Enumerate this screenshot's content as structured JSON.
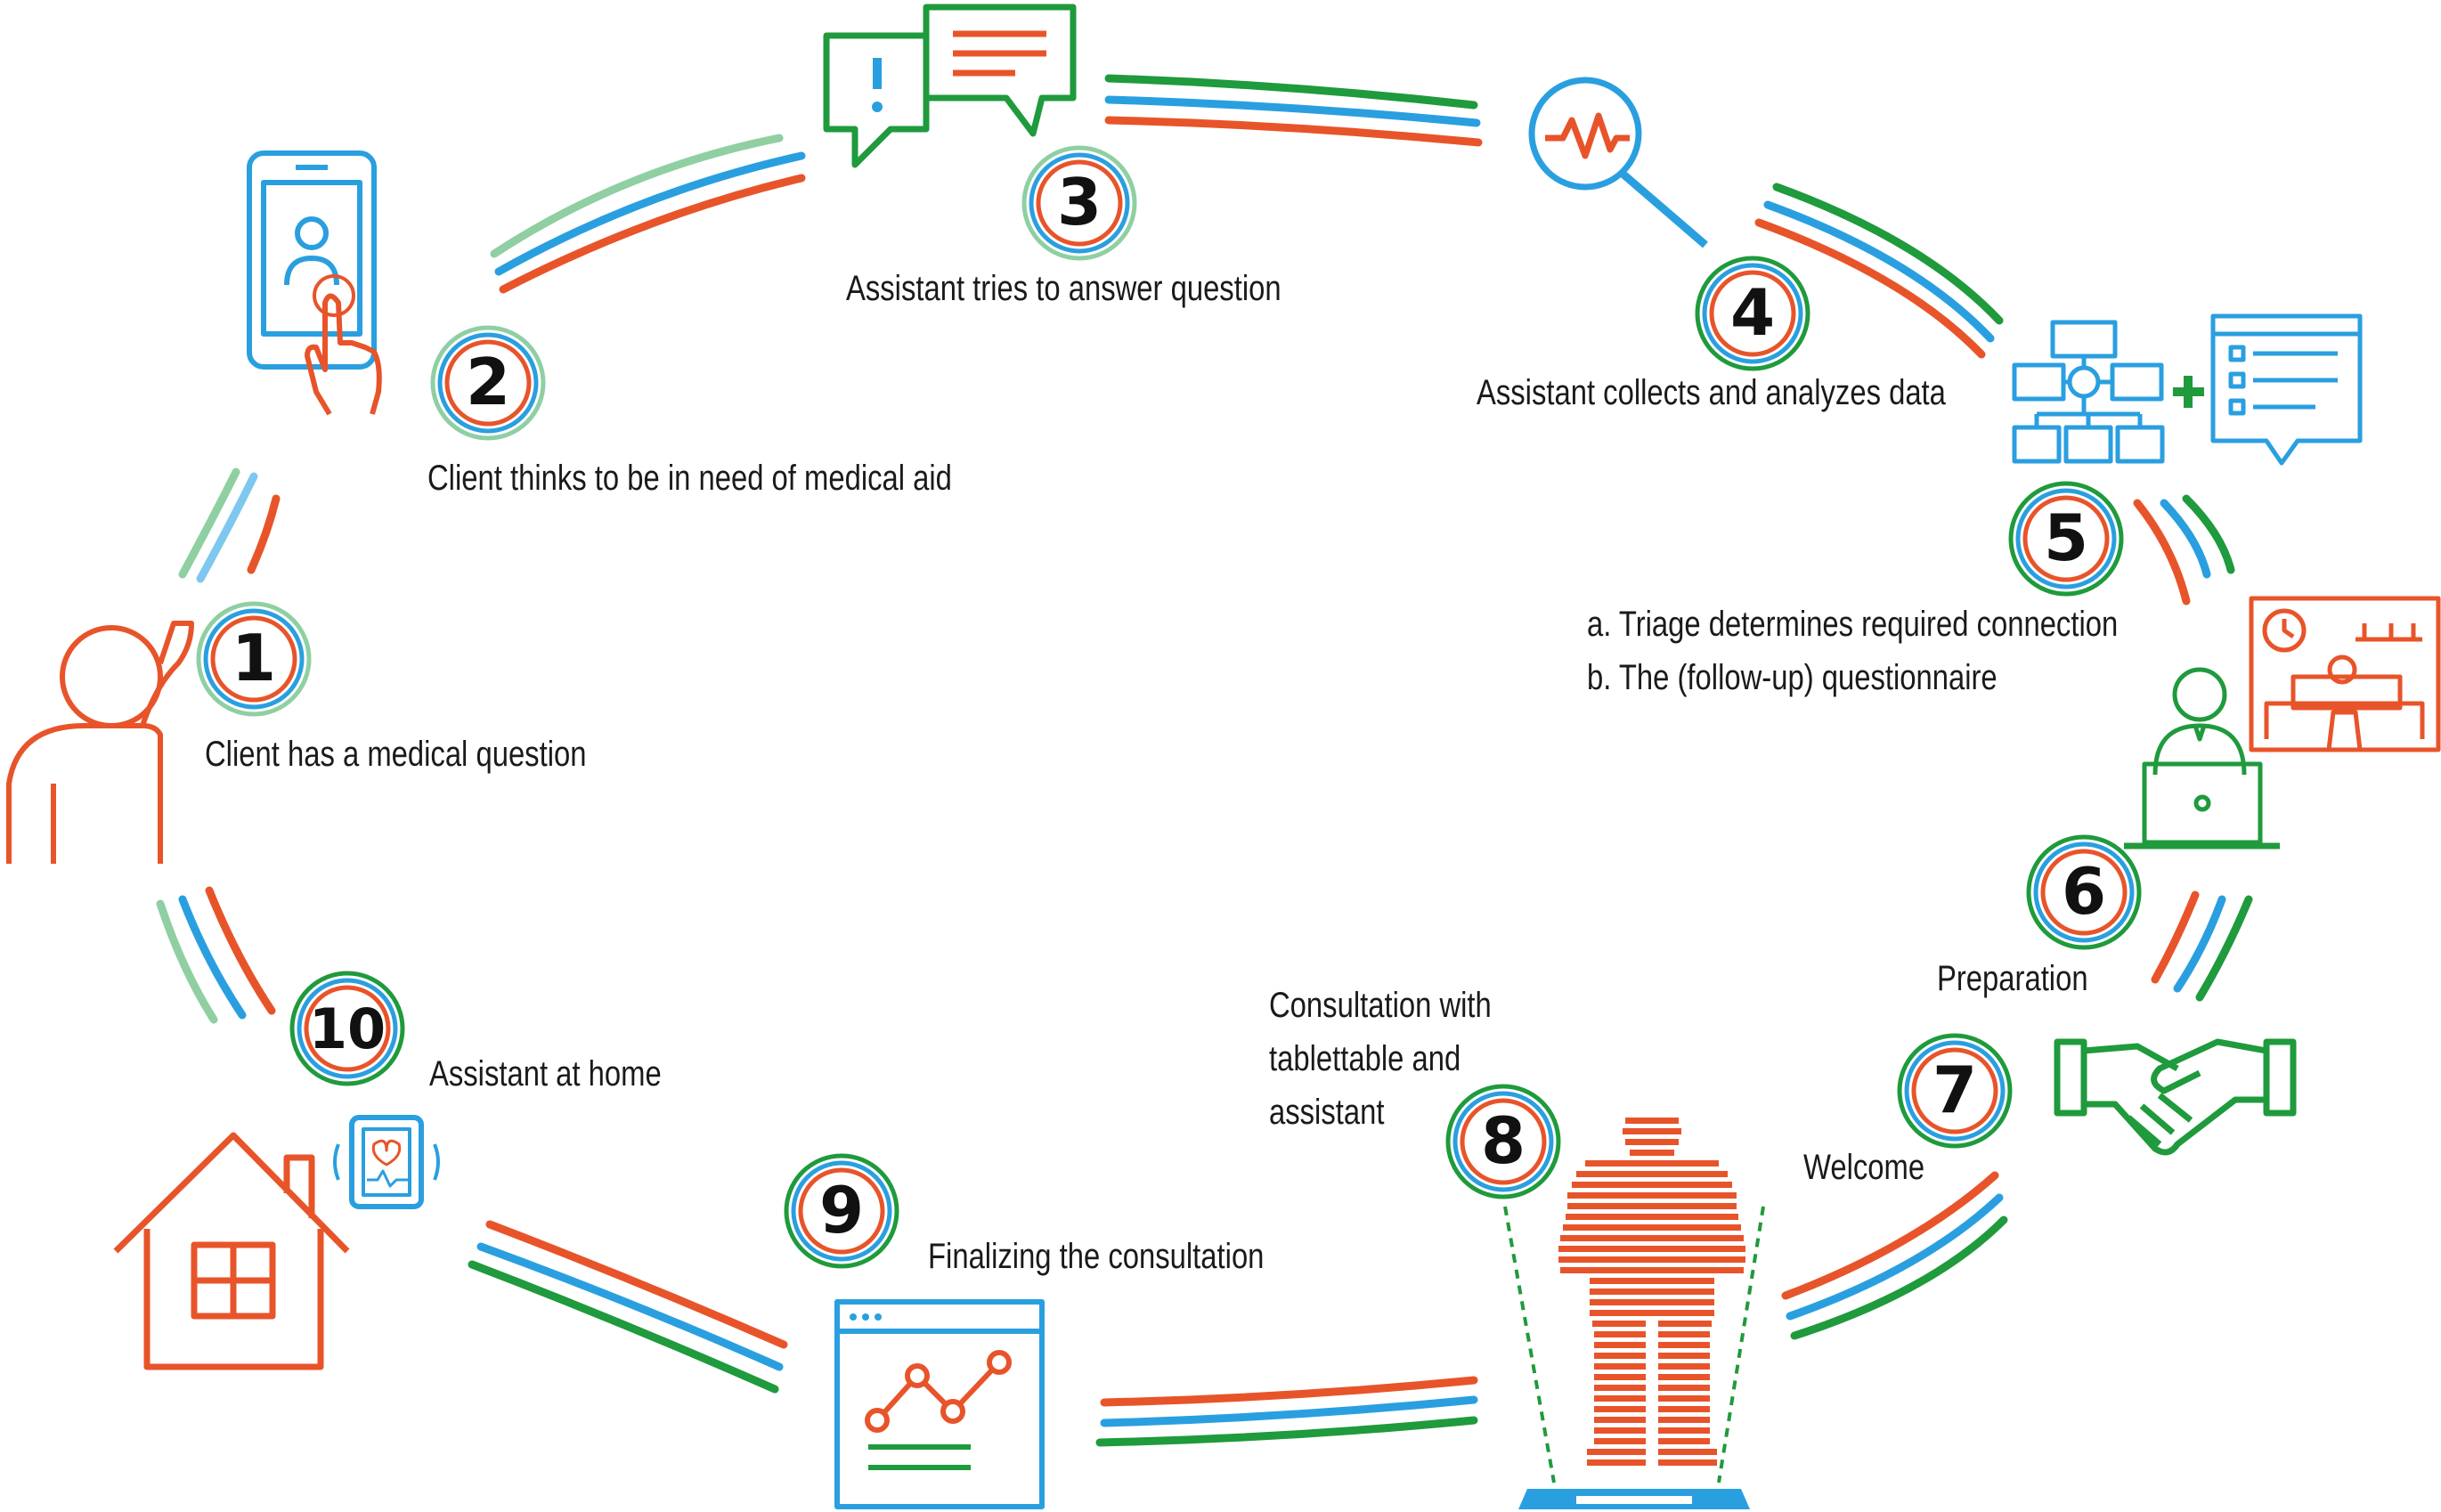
{
  "colors": {
    "orange": "#e8542a",
    "blue": "#2a9fe0",
    "green": "#1f9a3c",
    "light_green": "#8fcfa2",
    "light_blue": "#7ec8ef"
  },
  "steps": [
    {
      "number": "1",
      "label": "Client has a medical question",
      "icon": "person-thinking-icon"
    },
    {
      "number": "2",
      "label": "Client thinks to be in need of medical aid",
      "icon": "smartphone-tap-icon"
    },
    {
      "number": "3",
      "label": "Assistant tries to answer question",
      "icon": "chat-bubbles-icon"
    },
    {
      "number": "4",
      "label": "Assistant collects and analyzes data",
      "icon": "magnifier-pulse-icon"
    },
    {
      "number": "5",
      "label_a": "a. Triage determines required connection",
      "label_b": "b. The (follow-up) questionnaire",
      "icon": "flowchart-questionnaire-icon"
    },
    {
      "number": "6",
      "label": "Preparation",
      "icon": "waiting-room-laptop-icon"
    },
    {
      "number": "7",
      "label": "Welcome",
      "icon": "handshake-icon"
    },
    {
      "number": "8",
      "label_1": "Consultation with",
      "label_2": "tablettable and",
      "label_3": "assistant",
      "icon": "body-scanner-icon"
    },
    {
      "number": "9",
      "label": "Finalizing the consultation",
      "icon": "chart-browser-icon"
    },
    {
      "number": "10",
      "label": "Assistant at home",
      "icon": "home-smartwatch-icon"
    }
  ]
}
